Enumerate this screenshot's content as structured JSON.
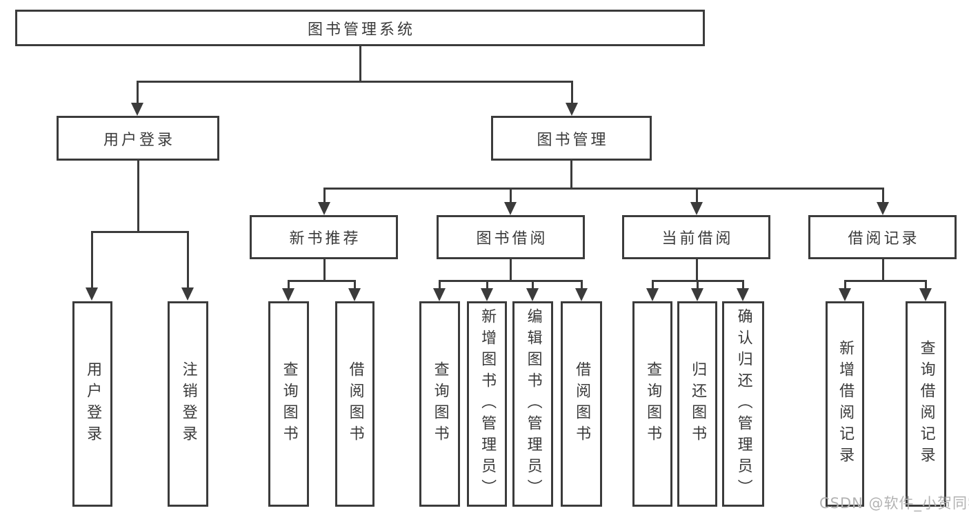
{
  "diagram": {
    "root": {
      "label": "图书管理系统"
    },
    "branches": [
      {
        "label": "用户登录",
        "children": [
          {
            "label": "用户登录"
          },
          {
            "label": "注销登录"
          }
        ]
      },
      {
        "label": "图书管理",
        "children": [
          {
            "label": "新书推荐",
            "children": [
              {
                "label": "查询图书"
              },
              {
                "label": "借阅图书"
              }
            ]
          },
          {
            "label": "图书借阅",
            "children": [
              {
                "label": "查询图书"
              },
              {
                "label": "新增图书（管理员）"
              },
              {
                "label": "编辑图书（管理员）"
              },
              {
                "label": "借阅图书"
              }
            ]
          },
          {
            "label": "当前借阅",
            "children": [
              {
                "label": "查询图书"
              },
              {
                "label": "归还图书"
              },
              {
                "label": "确认归还（管理员）"
              }
            ]
          },
          {
            "label": "借阅记录",
            "children": [
              {
                "label": "新增借阅记录"
              },
              {
                "label": "查询借阅记录"
              }
            ]
          }
        ]
      }
    ],
    "watermark": "CSDN @软件_小贺同学",
    "colors": {
      "line": "#3b3b3b",
      "text": "#3a3a3a",
      "watermark": "#b2b2b2",
      "background": "#ffffff"
    }
  }
}
